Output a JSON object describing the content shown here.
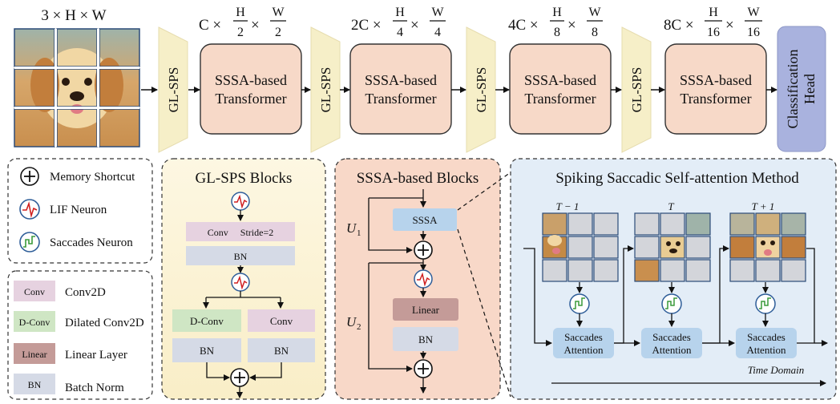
{
  "top": {
    "input_dim": "3 × H × W",
    "dims": [
      {
        "lead": "C ×",
        "num": "H",
        "den": "2",
        "mid": "×",
        "num2": "W",
        "den2": "2"
      },
      {
        "lead": "2C ×",
        "num": "H",
        "den": "4",
        "mid": "×",
        "num2": "W",
        "den2": "4"
      },
      {
        "lead": "4C ×",
        "num": "H",
        "den": "8",
        "mid": "×",
        "num2": "W",
        "den2": "8"
      },
      {
        "lead": "8C ×",
        "num": "H",
        "den": "16",
        "mid": "×",
        "num2": "W",
        "den2": "16"
      }
    ],
    "sps_label": "GL-SPS",
    "transformer_line1": "SSSA-based",
    "transformer_line2": "Transformer",
    "head_line1": "Classification",
    "head_line2": "Head"
  },
  "legend1": {
    "memory_shortcut": "Memory Shortcut",
    "lif_neuron": "LIF Neuron",
    "saccades_neuron": "Saccades Neuron"
  },
  "legend2": {
    "items": [
      {
        "tag": "Conv",
        "label": "Conv2D",
        "color": "#e6d2e0"
      },
      {
        "tag": "D-Conv",
        "label": "Dilated Conv2D",
        "color": "#cfe6c4"
      },
      {
        "tag": "Linear",
        "label": "Linear Layer",
        "color": "#c49b98"
      },
      {
        "tag": "BN",
        "label": "Batch Norm",
        "color": "#d5dae6"
      }
    ]
  },
  "glsps": {
    "title": "GL-SPS Blocks",
    "conv": "Conv     Stride=2",
    "bn": "BN",
    "dconv": "D-Conv",
    "conv2": "Conv",
    "bn_left": "BN",
    "bn_right": "BN"
  },
  "sssa": {
    "title": "SSSA-based Blocks",
    "sssa": "SSSA",
    "linear": "Linear",
    "bn": "BN",
    "u1": "U",
    "u1_sub": "1",
    "u2": "U",
    "u2_sub": "2"
  },
  "method": {
    "title": "Spiking Saccadic Self-attention Method",
    "t_prev": "T − 1",
    "t_cur": "T",
    "t_next": "T + 1",
    "attn_line1": "Saccades",
    "attn_line2": "Attention",
    "time_domain": "Time Domain"
  },
  "colors": {
    "sps": "#f6efc8",
    "transformer": "#f7d9c8",
    "head": "#a9b2de",
    "glsps_bg": "#fcf5dc",
    "sssa_bg": "#f8d8c8",
    "method_bg": "#e3edf7",
    "attn_box": "#b7d3ec",
    "sssa_box": "#b7d3ec"
  }
}
